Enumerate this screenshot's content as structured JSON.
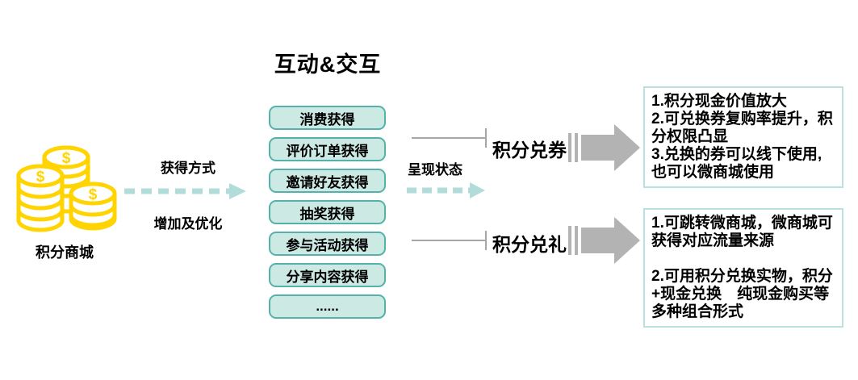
{
  "title": "互动&交互",
  "source": {
    "label": "积分商城",
    "icon": "coins-icon"
  },
  "acquire_flow": {
    "top_label": "获得方式",
    "bottom_label": "增加及优化"
  },
  "methods": [
    "消费获得",
    "评价订单获得",
    "邀请好友获得",
    "抽奖获得",
    "参与活动获得",
    "分享内容获得",
    "......"
  ],
  "present_flow": {
    "label": "呈现状态"
  },
  "branches": [
    {
      "label": "积分兑券",
      "details": "1.积分现金价值放大\n2.可兑换券复购率提升，积\n分权限凸显\n3.兑换的券可以线下使用,\n也可以微商城使用"
    },
    {
      "label": "积分兑礼",
      "details": "1.可跳转微商城，微商城可\n获得对应流量来源\n\n2.可用积分兑换实物，积分\n+现金兑换　纯现金购买等\n多种组合形式"
    }
  ],
  "colors": {
    "coin_yellow": "#FFD400",
    "box_fill": "#cde9e4",
    "box_border": "#54b2ab",
    "dashed_arrow": "#b2dcd9",
    "connector_gray": "#a6a6a6",
    "block_arrow_gray": "#b3b3b3",
    "detail_border": "#b9e1df"
  }
}
